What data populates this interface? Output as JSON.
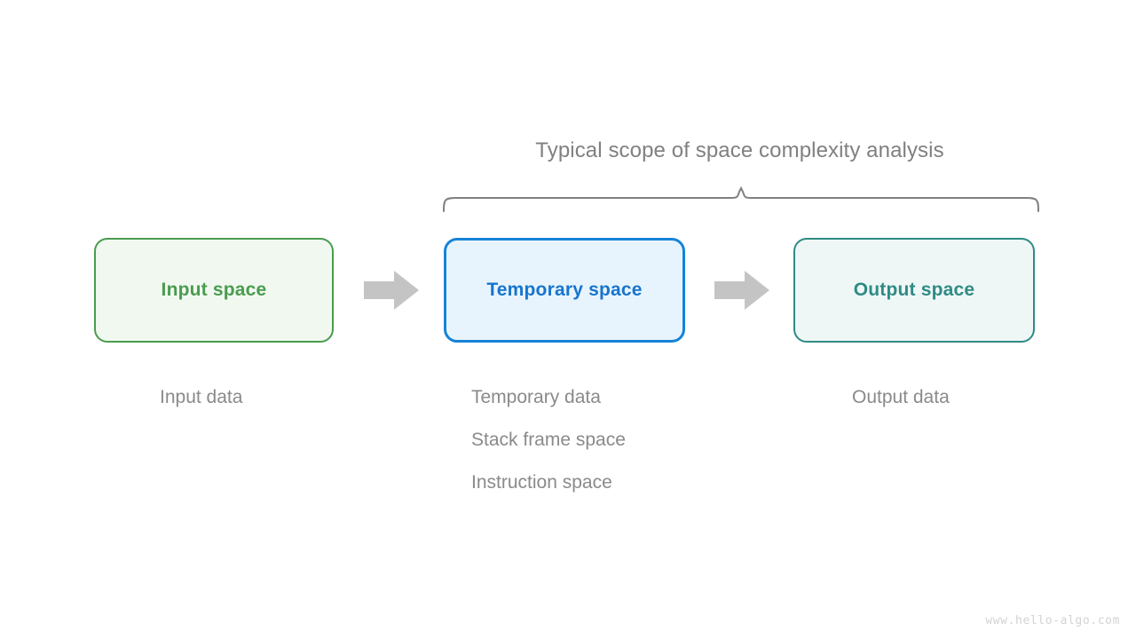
{
  "diagram": {
    "title": "Typical scope of space complexity analysis",
    "brace": {
      "name": "curly-brace",
      "color": "#808080"
    },
    "boxes": [
      {
        "id": "input",
        "label": "Input space",
        "border_color": "#4a9b4e",
        "fill_color": "#f1f8f0",
        "text_color": "#4a9c4e"
      },
      {
        "id": "temporary",
        "label": "Temporary space",
        "border_color": "#1683d8",
        "fill_color": "#e8f4fd",
        "text_color": "#1775cd"
      },
      {
        "id": "output",
        "label": "Output space",
        "border_color": "#2e8b84",
        "fill_color": "#eff7f6",
        "text_color": "#2e8b84"
      }
    ],
    "arrows": [
      {
        "id": "input-to-temporary",
        "color": "#c4c4c4"
      },
      {
        "id": "temporary-to-output",
        "color": "#c4c4c4"
      }
    ],
    "captions": {
      "input": [
        "Input data"
      ],
      "temporary": [
        "Temporary data",
        "Stack frame space",
        "Instruction space"
      ],
      "output": [
        "Output data"
      ]
    },
    "caption_color": "#8a8a8a",
    "watermark": "www.hello-algo.com"
  }
}
